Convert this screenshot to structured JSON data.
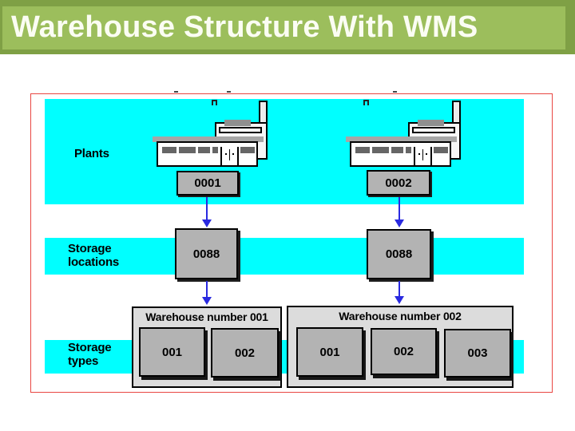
{
  "title": "Warehouse Structure With WMS",
  "diagram": {
    "rows": [
      {
        "label": "Plants"
      },
      {
        "label": "Storage locations"
      },
      {
        "label": "Storage types"
      }
    ],
    "plants": [
      "0001",
      "0002"
    ],
    "storage_locations": [
      "0088",
      "0088"
    ],
    "warehouses": [
      {
        "title": "Warehouse number 001",
        "types": [
          "001",
          "002"
        ]
      },
      {
        "title": "Warehouse number 002",
        "types": [
          "001",
          "002",
          "003"
        ]
      }
    ]
  },
  "colors": {
    "banner_green": "#9CBE5C",
    "banner_border_green": "#7FA045",
    "band_cyan": "#00FFFF",
    "box_gray": "#B3B3B3",
    "warehouse_gray": "#DCDCDC",
    "frame_red": "#E94642",
    "arrow_blue": "#2A2AE0",
    "title_text": "#FBFDF3"
  }
}
